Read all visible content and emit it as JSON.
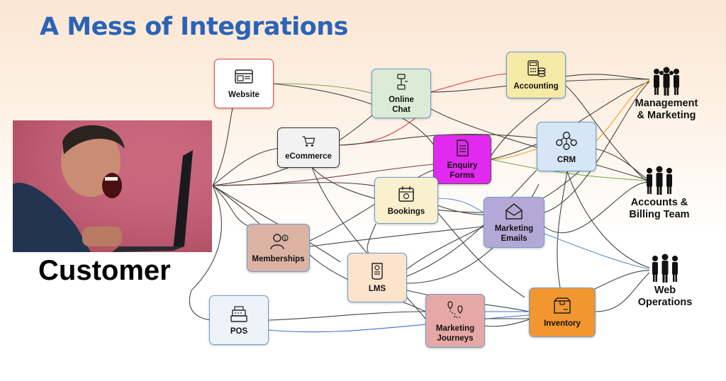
{
  "title": "A Mess of Integrations",
  "customer_label": "Customer",
  "nodes": {
    "website": "Website",
    "online_chat": "Online\nChat",
    "accounting": "Accounting",
    "ecommerce": "eCommerce",
    "enquiry_forms": "Enquiry\nForms",
    "crm": "CRM",
    "bookings": "Bookings",
    "marketing_emails": "Marketing\nEmails",
    "memberships": "Memberships",
    "lms": "LMS",
    "pos": "POS",
    "marketing_journeys": "Marketing\nJourneys",
    "inventory": "Inventory"
  },
  "teams": {
    "management": "Management\n& Marketing",
    "accounts": "Accounts &\nBilling Team",
    "web_ops": "Web\nOperations"
  },
  "colors": {
    "title": "#2b63b8",
    "website_bg": "#ffffff",
    "website_border": "#d9534f",
    "online_chat_bg": "#dcebd5",
    "online_chat_border": "#6a9fcf",
    "accounting_bg": "#f7e9a6",
    "accounting_border": "#6a9fcf",
    "ecommerce_bg": "#f2f2f2",
    "ecommerce_border": "#333333",
    "enquiry_forms_bg": "#e229ef",
    "enquiry_forms_border": "#555555",
    "crm_bg": "#d6e6f6",
    "crm_border": "#6a9fcf",
    "bookings_bg": "#fbf0cd",
    "bookings_border": "#6a9fcf",
    "marketing_emails_bg": "#b4a9d6",
    "marketing_emails_border": "#6a9fcf",
    "memberships_bg": "#dcb2a3",
    "memberships_border": "#6a9fcf",
    "lms_bg": "#fce3cc",
    "lms_border": "#6a9fcf",
    "pos_bg": "#eef3fa",
    "pos_border": "#6a9fcf",
    "marketing_journeys_bg": "#e6a8a6",
    "marketing_journeys_border": "#6a9fcf",
    "inventory_bg": "#f2962f",
    "inventory_border": "#6a9fcf"
  },
  "icons": {
    "website": "browser-window-icon",
    "online_chat": "chat-flow-icon",
    "accounting": "calculator-coins-icon",
    "ecommerce": "shopping-cart-icon",
    "enquiry_forms": "form-document-icon",
    "crm": "customer-network-icon",
    "bookings": "calendar-icon",
    "marketing_emails": "email-envelope-icon",
    "memberships": "member-person-icon",
    "lms": "certificate-scroll-icon",
    "pos": "cash-register-icon",
    "marketing_journeys": "journey-map-pin-icon",
    "inventory": "inventory-box-icon",
    "teams": "people-group-icon"
  }
}
